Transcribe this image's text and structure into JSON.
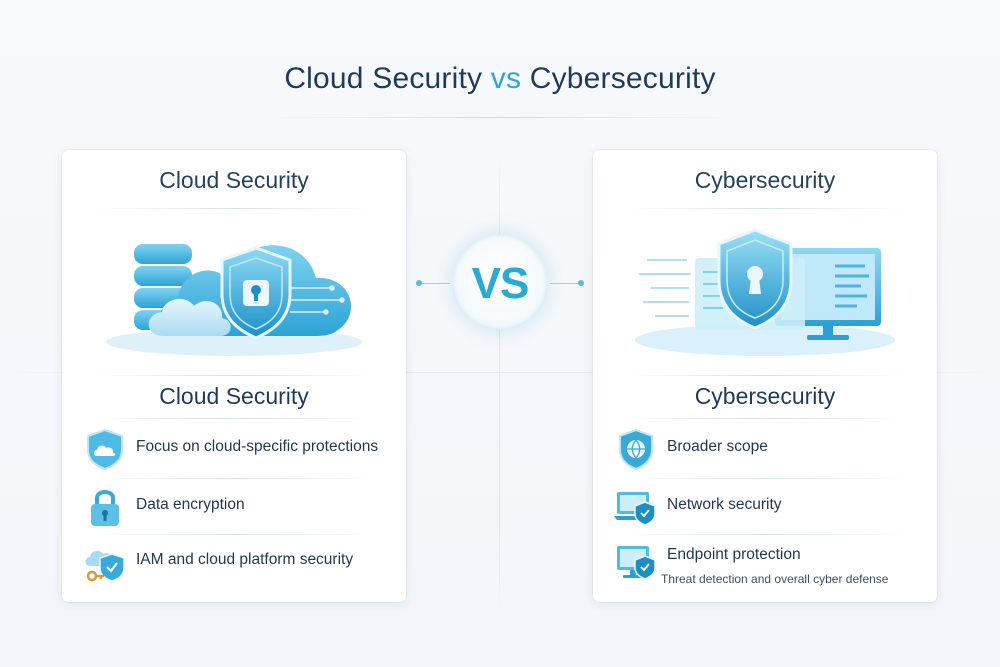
{
  "title": {
    "left": "Cloud Security",
    "vs": "vs",
    "right": "Cybersecurity"
  },
  "center_badge": "VS",
  "cloud_card": {
    "title": "Cloud Security",
    "subtitle": "Cloud Security",
    "items": [
      {
        "icon": "cloud-shield-icon",
        "label": "Focus on cloud-specific protections"
      },
      {
        "icon": "padlock-icon",
        "label": "Data encryption"
      },
      {
        "icon": "cloud-key-icon",
        "label": "IAM and cloud platform security"
      }
    ]
  },
  "cyber_card": {
    "title": "Cybersecurity",
    "subtitle": "Cybersecurity",
    "items": [
      {
        "icon": "globe-shield-icon",
        "label": "Broader scope"
      },
      {
        "icon": "laptop-shield-icon",
        "label": "Network security"
      },
      {
        "icon": "monitor-shield-icon",
        "label": "Endpoint protection",
        "note": "Threat detection and overall cyber defense"
      }
    ]
  },
  "colors": {
    "accent": "#2ba6c9",
    "heading": "#1f3a5a",
    "icon_light": "#bfe6f5",
    "icon_mid": "#5cc0e6",
    "icon_dark": "#1e8fc4"
  }
}
